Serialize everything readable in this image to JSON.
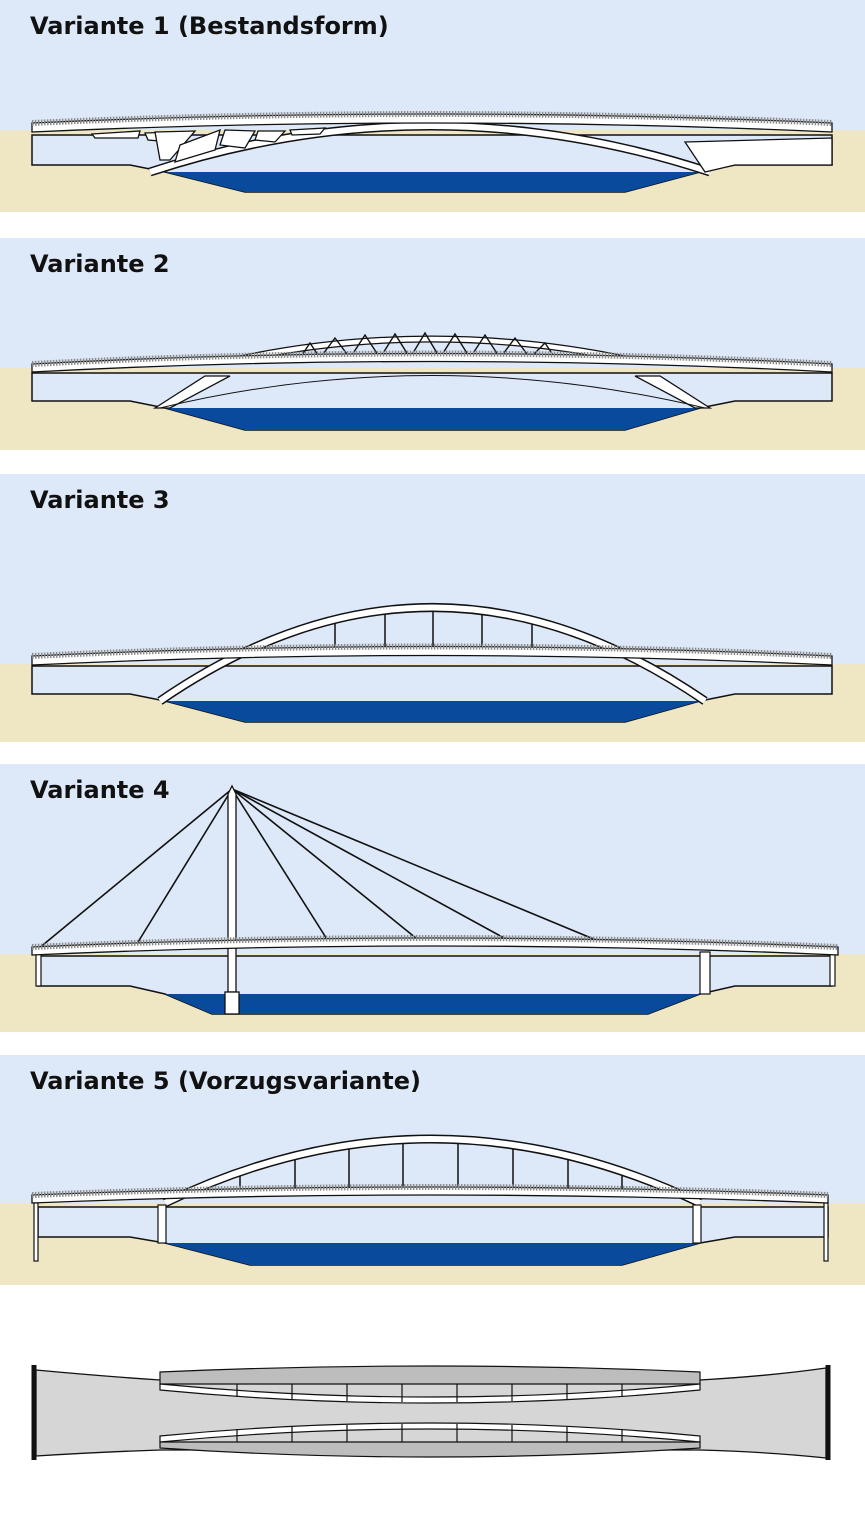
{
  "variants": [
    {
      "title": "Variante 1 (Bestandsform)"
    },
    {
      "title": "Variante 2"
    },
    {
      "title": "Variante 3"
    },
    {
      "title": "Variante 4"
    },
    {
      "title": "Variante 5 (Vorzugsvariante)"
    }
  ],
  "colors": {
    "sky": "#dde9f8",
    "ground": "#efe6c3",
    "water": "#0a4a9c",
    "deck_rail": "#9a9a9a",
    "plan_fill": "#d6d6d6",
    "plan_dark": "#bdbdbd",
    "line": "#111111",
    "structure": "#ffffff"
  },
  "icons": [
    "bridge-elevation",
    "bridge-plan-view"
  ]
}
